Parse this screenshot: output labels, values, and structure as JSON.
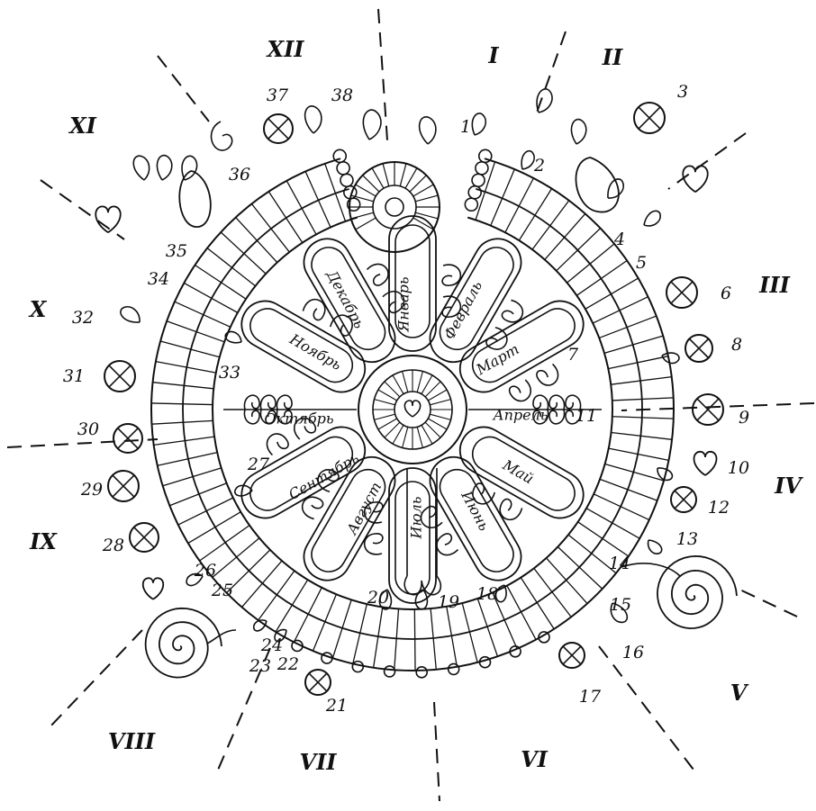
{
  "sectors": [
    "I",
    "II",
    "III",
    "IV",
    "V",
    "VI",
    "VII",
    "VIII",
    "IX",
    "X",
    "XI",
    "XII"
  ],
  "months": [
    "Январь",
    "Февраль",
    "Март",
    "Апрель",
    "Май",
    "Июнь",
    "Июль",
    "Август",
    "Сентябрь",
    "Октябрь",
    "Ноябрь",
    "Декабрь"
  ],
  "numbers": [
    "1",
    "2",
    "3",
    "4",
    "5",
    "6",
    "7",
    "8",
    "9",
    "10",
    "11",
    "12",
    "13",
    "14",
    "15",
    "16",
    "17",
    "18",
    "19",
    "20",
    "21",
    "22",
    "23",
    "24",
    "25",
    "26",
    "27",
    "28",
    "29",
    "30",
    "31",
    "32",
    "33",
    "34",
    "35",
    "36",
    "37",
    "38"
  ],
  "colors": {
    "ink": "#111111",
    "paper": "#ffffff"
  }
}
